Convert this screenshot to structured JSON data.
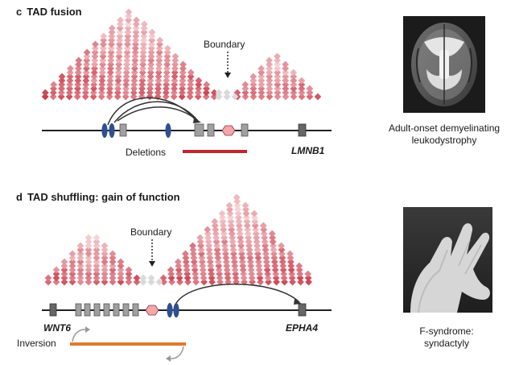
{
  "panel_c": {
    "letter": "c",
    "title": "TAD fusion",
    "boundary_label": "Boundary",
    "deletions_label": "Deletions",
    "gene_label": "LMNB1",
    "caption_lines": [
      "Adult-onset demyelinating",
      "leukodystrophy"
    ]
  },
  "panel_d": {
    "letter": "d",
    "title": "TAD shuffling: gain of function",
    "boundary_label": "Boundary",
    "left_gene_label": "WNT6",
    "right_gene_label": "EPHA4",
    "inversion_label": "Inversion",
    "caption_lines": [
      "F-syndrome:",
      "syndactyly"
    ]
  },
  "colors": {
    "heatmap_dark": "#c42335",
    "heatmap_light": "#f6d5d8",
    "boundary_grey": "#d9d9d9",
    "deletion_bar": "#c0272d",
    "inversion_bar": "#e07a2e",
    "gene_box": "#a0a0a0",
    "enhancer_oval": "#2f4f8f",
    "ctcf_hexagon": "#f4a6ab"
  }
}
